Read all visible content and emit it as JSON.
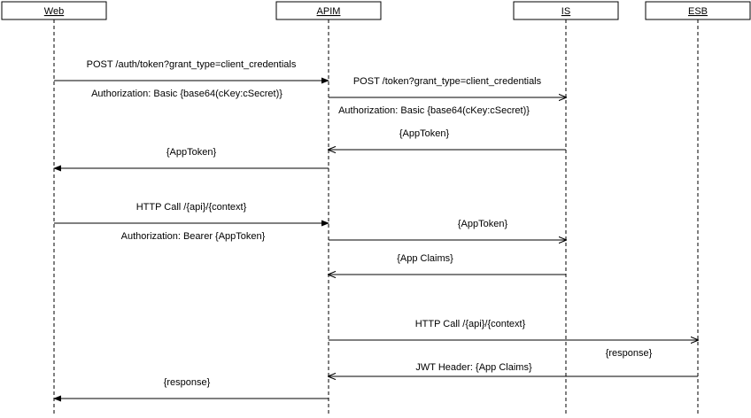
{
  "actors": [
    {
      "id": "web",
      "label": "Web"
    },
    {
      "id": "apim",
      "label": "APIM"
    },
    {
      "id": "is",
      "label": "IS"
    },
    {
      "id": "esb",
      "label": "ESB"
    }
  ],
  "messages": [
    {
      "from": "web",
      "to": "apim",
      "style": "solid",
      "head": "filled",
      "label": "POST /auth/token?grant_type=client_credentials",
      "sublabel": "Authorization: Basic {base64(cKey:cSecret)}"
    },
    {
      "from": "apim",
      "to": "is",
      "style": "solid",
      "head": "open",
      "label": "POST /token?grant_type=client_credentials",
      "sublabel": "Authorization: Basic {base64(cKey:cSecret)}"
    },
    {
      "from": "is",
      "to": "apim",
      "style": "solid",
      "head": "open",
      "label": "{AppToken}"
    },
    {
      "from": "apim",
      "to": "web",
      "style": "solid",
      "head": "filled",
      "label": "{AppToken}"
    },
    {
      "from": "web",
      "to": "apim",
      "style": "solid",
      "head": "filled",
      "label": "HTTP Call /{api}/{context}",
      "sublabel": "Authorization: Bearer {AppToken}"
    },
    {
      "from": "apim",
      "to": "is",
      "style": "solid",
      "head": "open",
      "label": "{AppToken}"
    },
    {
      "from": "is",
      "to": "apim",
      "style": "solid",
      "head": "open",
      "label": "{App Claims}"
    },
    {
      "from": "apim",
      "to": "esb",
      "style": "solid",
      "head": "open",
      "label": "HTTP Call /{api}/{context}",
      "sublabel": "JWT Header: {App Claims}"
    },
    {
      "from": "esb",
      "to": "apim",
      "style": "solid",
      "head": "open",
      "label": "{response}"
    },
    {
      "from": "apim",
      "to": "web",
      "style": "solid",
      "head": "filled",
      "label": "{response}"
    }
  ]
}
